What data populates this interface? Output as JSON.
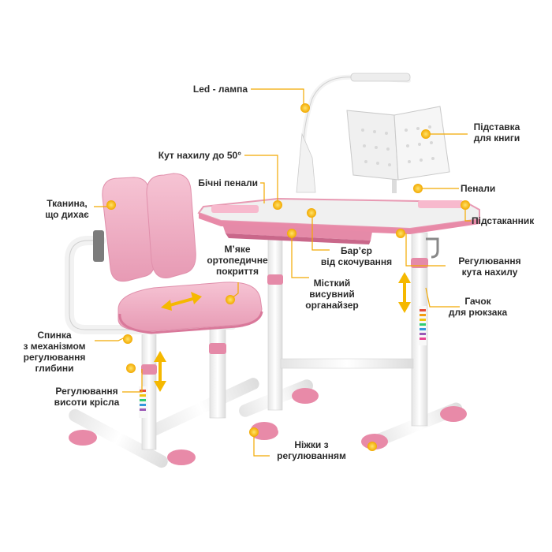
{
  "colors": {
    "pink": "#f2aec4",
    "pink_dark": "#e07b9c",
    "marker": "#f5b800",
    "frame": "#f4f4f4",
    "text": "#2b2b2b"
  },
  "callouts": {
    "led_lamp": "Led - лампа",
    "tilt_angle": "Кут нахилу до 50°",
    "side_cases": "Бічні пенали",
    "book_stand_1": "Підставка",
    "book_stand_2": "для книги",
    "pencil_cases": "Пенали",
    "cup_holder": "Підстаканник",
    "breathable_1": "Тканина,",
    "breathable_2": "що дихає",
    "soft_1": "М’яке",
    "soft_2": "ортопедичне",
    "soft_3": "покриття",
    "barrier_1": "Бар’єр",
    "barrier_2": "від скочування",
    "organizer_1": "Місткий",
    "organizer_2": "висувний",
    "organizer_3": "органайзер",
    "tilt_adjust_1": "Регулювання",
    "tilt_adjust_2": "кута нахилу",
    "hook_1": "Гачок",
    "hook_2": "для рюкзака",
    "backrest_1": "Спинка",
    "backrest_2": "з механізмом",
    "backrest_3": "регулювання",
    "backrest_4": "глибини",
    "chair_height_1": "Регулювання",
    "chair_height_2": "висоти крісла",
    "feet_1": "Ніжки з",
    "feet_2": "регулюванням"
  }
}
